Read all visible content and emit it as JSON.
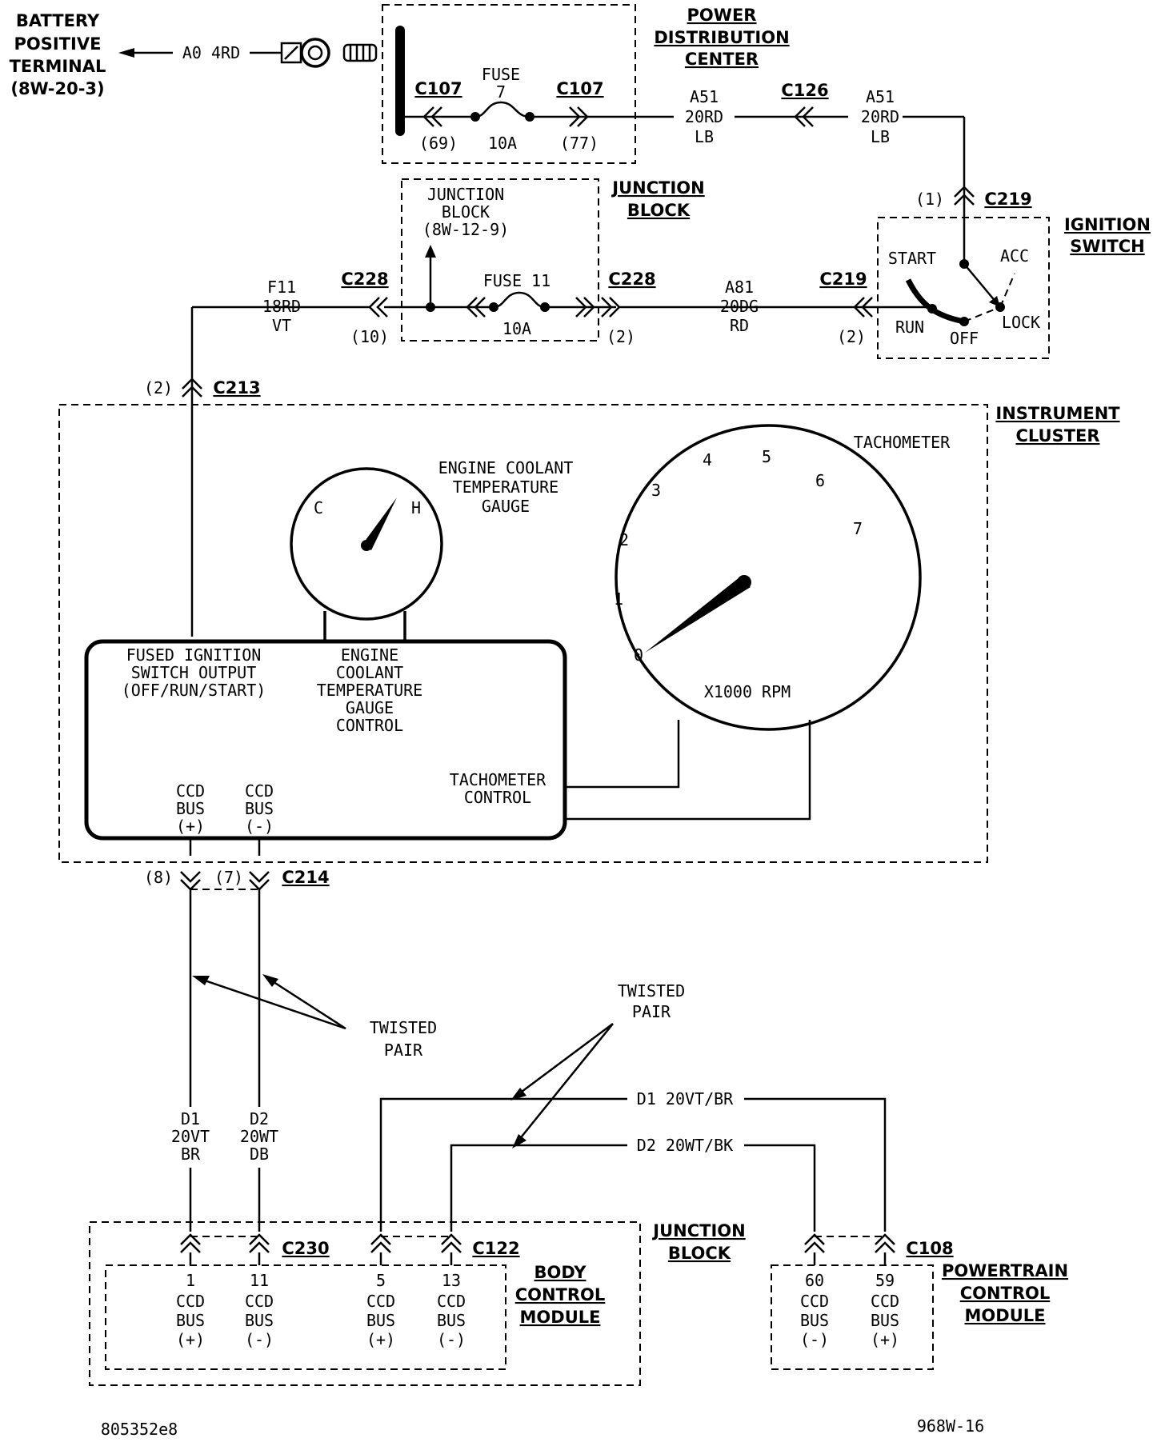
{
  "battery": {
    "line1": "BATTERY",
    "line2": "POSITIVE",
    "line3": "TERMINAL",
    "ref": "(8W-20-3)",
    "circuit": "A0 4RD"
  },
  "pdc": {
    "line1": "POWER",
    "line2": "DISTRIBUTION",
    "line3": "CENTER",
    "conn_left": "C107",
    "conn_right": "C107",
    "fuse_label": "FUSE",
    "fuse_num": "7",
    "fuse_amp": "10A",
    "pin_left": "(69)",
    "pin_right": "(77)"
  },
  "wire_a51_1": {
    "code": "A51",
    "gauge": "20RD",
    "color": "LB"
  },
  "conn_c126": "C126",
  "wire_a51_2": {
    "code": "A51",
    "gauge": "20RD",
    "color": "LB"
  },
  "jb_top": {
    "title1": "JUNCTION",
    "title2": "BLOCK",
    "inner1": "JUNCTION",
    "inner2": "BLOCK",
    "inner3": "(8W-12-9)",
    "fuse_label": "FUSE 11",
    "fuse_amp": "10A",
    "conn_left": "C228",
    "conn_right": "C228",
    "pin_left": "(10)",
    "pin_right": "(2)"
  },
  "wire_f11": {
    "code": "F11",
    "gauge": "18RD",
    "color": "VT"
  },
  "wire_a81": {
    "code": "A81",
    "gauge": "20DG",
    "color": "RD"
  },
  "ignition": {
    "title1": "IGNITION",
    "title2": "SWITCH",
    "conn_top": "C219",
    "pin_top": "(1)",
    "conn_left": "C219",
    "pin_left": "(2)",
    "start": "START",
    "acc": "ACC",
    "run": "RUN",
    "off": "OFF",
    "lock": "LOCK"
  },
  "c213": {
    "pin": "(2)",
    "conn": "C213"
  },
  "cluster": {
    "title1": "INSTRUMENT",
    "title2": "CLUSTER",
    "tach_label": "TACHOMETER",
    "tach_ticks": [
      "0",
      "1",
      "2",
      "3",
      "4",
      "5",
      "6",
      "7"
    ],
    "tach_unit": "X1000 RPM",
    "gauge_c": "C",
    "gauge_h": "H",
    "gauge_title1": "ENGINE COOLANT",
    "gauge_title2": "TEMPERATURE",
    "gauge_title3": "GAUGE",
    "fused1": "FUSED IGNITION",
    "fused2": "SWITCH OUTPUT",
    "fused3": "(OFF/RUN/START)",
    "ectg1": "ENGINE",
    "ectg2": "COOLANT",
    "ectg3": "TEMPERATURE",
    "ectg4": "GAUGE",
    "ectg5": "CONTROL",
    "tachctl1": "TACHOMETER",
    "tachctl2": "CONTROL",
    "ccdp1": "CCD",
    "ccdp2": "BUS",
    "ccdp3": "(+)",
    "ccdm1": "CCD",
    "ccdm2": "BUS",
    "ccdm3": "(-)"
  },
  "c214": {
    "pin8": "(8)",
    "pin7": "(7)",
    "conn": "C214"
  },
  "twisted_left": {
    "line1": "TWISTED",
    "line2": "PAIR"
  },
  "twisted_right": {
    "line1": "TWISTED",
    "line2": "PAIR"
  },
  "wire_d1_left": {
    "code": "D1",
    "gauge": "20VT",
    "color": "BR"
  },
  "wire_d2_left": {
    "code": "D2",
    "gauge": "20WT",
    "color": "DB"
  },
  "wire_d1_right": "D1 20VT/BR",
  "wire_d2_right": "D2 20WT/BK",
  "jb_bottom": {
    "title1": "JUNCTION",
    "title2": "BLOCK",
    "conn_c230": "C230",
    "conn_c122": "C122"
  },
  "bcm": {
    "title1": "BODY",
    "title2": "CONTROL",
    "title3": "MODULE",
    "pins": [
      {
        "num": "1",
        "l1": "CCD",
        "l2": "BUS",
        "l3": "(+)"
      },
      {
        "num": "11",
        "l1": "CCD",
        "l2": "BUS",
        "l3": "(-)"
      },
      {
        "num": "5",
        "l1": "CCD",
        "l2": "BUS",
        "l3": "(+)"
      },
      {
        "num": "13",
        "l1": "CCD",
        "l2": "BUS",
        "l3": "(-)"
      }
    ]
  },
  "pcm": {
    "title1": "POWERTRAIN",
    "title2": "CONTROL",
    "title3": "MODULE",
    "conn": "C108",
    "pins": [
      {
        "num": "60",
        "l1": "CCD",
        "l2": "BUS",
        "l3": "(-)"
      },
      {
        "num": "59",
        "l1": "CCD",
        "l2": "BUS",
        "l3": "(+)"
      }
    ]
  },
  "footer": {
    "left": "805352e8",
    "right": "968W-16"
  }
}
